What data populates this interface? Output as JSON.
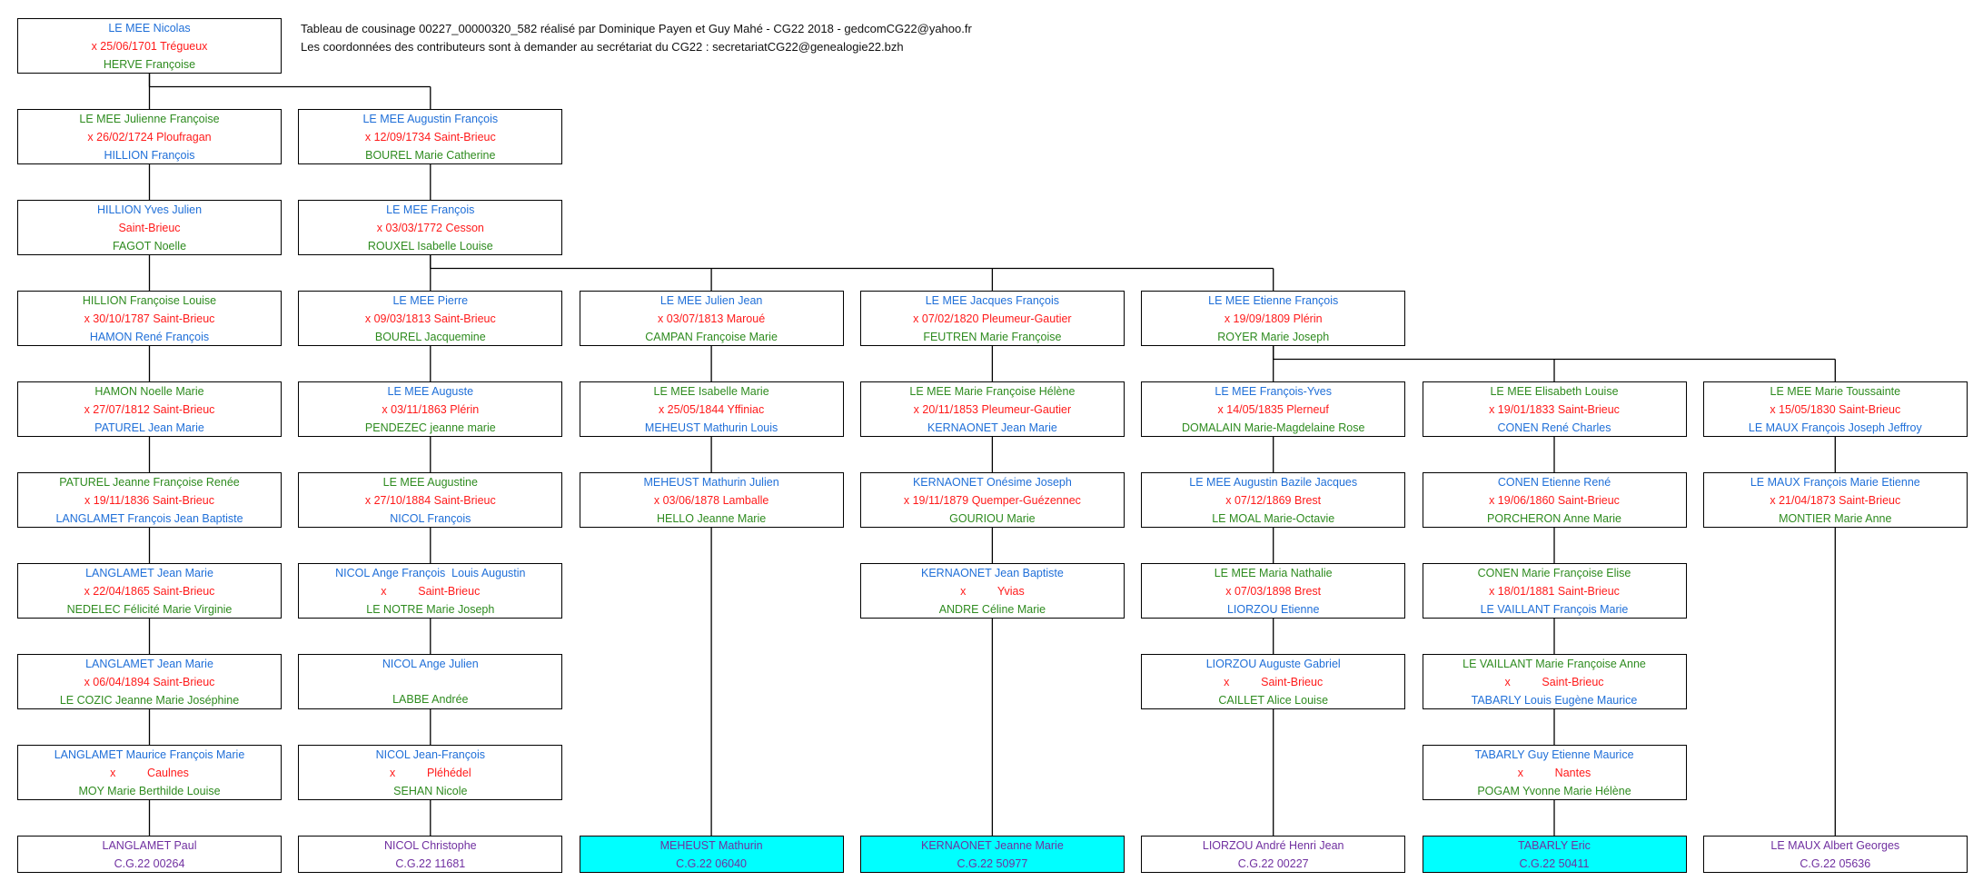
{
  "header": {
    "line1": "Tableau de cousinage 00227_00000320_582 réalisé par Dominique Payen et Guy Mahé - CG22 2018 - gedcomCG22@yahoo.fr",
    "line2": "Les coordonnées des contributeurs sont à demander au secrétariat du CG22 :  secretariatCG22@genealogie22.bzh"
  },
  "colors": {
    "male_text": "#1F6FD8",
    "female_text": "#2E8B1F",
    "marriage_text": "#FF1A1A",
    "contributor_text": "#7030A0",
    "highlight_fill": "#00FFFF",
    "border": "#000000"
  },
  "boxes": [
    {
      "id": "b0_0",
      "col": 0,
      "row": 0,
      "person": "LE MEE Nicolas",
      "person_color": "blue",
      "marriage": "x 25/06/1701 Trégueux",
      "spouse": "HERVE Françoise",
      "spouse_color": "green"
    },
    {
      "id": "b0_1",
      "col": 0,
      "row": 1,
      "person": "LE MEE Julienne Françoise",
      "person_color": "green",
      "marriage": "x 26/02/1724 Ploufragan",
      "spouse": "HILLION François",
      "spouse_color": "blue"
    },
    {
      "id": "b1_1",
      "col": 1,
      "row": 1,
      "person": "LE MEE Augustin François",
      "person_color": "blue",
      "marriage": "x 12/09/1734 Saint-Brieuc",
      "spouse": "BOUREL Marie Catherine",
      "spouse_color": "green"
    },
    {
      "id": "b0_2",
      "col": 0,
      "row": 2,
      "person": "HILLION Yves Julien",
      "person_color": "blue",
      "marriage": "Saint-Brieuc",
      "spouse": "FAGOT Noelle",
      "spouse_color": "green"
    },
    {
      "id": "b1_2",
      "col": 1,
      "row": 2,
      "person": "LE MEE François",
      "person_color": "blue",
      "marriage": "x 03/03/1772 Cesson",
      "spouse": "ROUXEL Isabelle Louise",
      "spouse_color": "green"
    },
    {
      "id": "b0_3",
      "col": 0,
      "row": 3,
      "person": "HILLION Françoise Louise",
      "person_color": "green",
      "marriage": "x 30/10/1787 Saint-Brieuc",
      "spouse": "HAMON René François",
      "spouse_color": "blue"
    },
    {
      "id": "b1_3",
      "col": 1,
      "row": 3,
      "person": "LE MEE Pierre",
      "person_color": "blue",
      "marriage": "x 09/03/1813 Saint-Brieuc",
      "spouse": "BOUREL Jacquemine",
      "spouse_color": "green"
    },
    {
      "id": "b2_3",
      "col": 2,
      "row": 3,
      "person": "LE MEE Julien Jean",
      "person_color": "blue",
      "marriage": "x 03/07/1813 Maroué",
      "spouse": "CAMPAN Françoise Marie",
      "spouse_color": "green"
    },
    {
      "id": "b3_3",
      "col": 3,
      "row": 3,
      "person": "LE MEE Jacques François",
      "person_color": "blue",
      "marriage": "x 07/02/1820 Pleumeur-Gautier",
      "spouse": "FEUTREN Marie Françoise",
      "spouse_color": "green"
    },
    {
      "id": "b4_3",
      "col": 4,
      "row": 3,
      "person": "LE MEE Etienne François",
      "person_color": "blue",
      "marriage": "x 19/09/1809 Plérin",
      "spouse": "ROYER Marie Joseph",
      "spouse_color": "green"
    },
    {
      "id": "b0_4",
      "col": 0,
      "row": 4,
      "person": "HAMON Noelle Marie",
      "person_color": "green",
      "marriage": "x 27/07/1812 Saint-Brieuc",
      "spouse": "PATUREL Jean Marie",
      "spouse_color": "blue"
    },
    {
      "id": "b1_4",
      "col": 1,
      "row": 4,
      "person": "LE MEE Auguste",
      "person_color": "blue",
      "marriage": "x 03/11/1863 Plérin",
      "spouse": "PENDEZEC jeanne marie",
      "spouse_color": "green"
    },
    {
      "id": "b2_4",
      "col": 2,
      "row": 4,
      "person": "LE MEE Isabelle Marie",
      "person_color": "green",
      "marriage": "x 25/05/1844 Yffiniac",
      "spouse": "MEHEUST Mathurin Louis",
      "spouse_color": "blue"
    },
    {
      "id": "b3_4",
      "col": 3,
      "row": 4,
      "person": "LE MEE Marie Françoise Hélène",
      "person_color": "green",
      "marriage": "x 20/11/1853 Pleumeur-Gautier",
      "spouse": "KERNAONET Jean Marie",
      "spouse_color": "blue"
    },
    {
      "id": "b4_4",
      "col": 4,
      "row": 4,
      "person": "LE MEE François-Yves",
      "person_color": "blue",
      "marriage": "x 14/05/1835 Plerneuf",
      "spouse": "DOMALAIN Marie-Magdelaine Rose",
      "spouse_color": "green"
    },
    {
      "id": "b5_4",
      "col": 5,
      "row": 4,
      "person": "LE MEE Elisabeth Louise",
      "person_color": "green",
      "marriage": "x 19/01/1833 Saint-Brieuc",
      "spouse": "CONEN René Charles",
      "spouse_color": "blue"
    },
    {
      "id": "b6_4",
      "col": 6,
      "row": 4,
      "person": "LE MEE Marie Toussainte",
      "person_color": "green",
      "marriage": "x 15/05/1830 Saint-Brieuc",
      "spouse": "LE MAUX François Joseph Jeffroy",
      "spouse_color": "blue"
    },
    {
      "id": "b0_5",
      "col": 0,
      "row": 5,
      "person": "PATUREL Jeanne Françoise Renée",
      "person_color": "green",
      "marriage": "x 19/11/1836 Saint-Brieuc",
      "spouse": "LANGLAMET François Jean Baptiste",
      "spouse_color": "blue"
    },
    {
      "id": "b1_5",
      "col": 1,
      "row": 5,
      "person": "LE MEE Augustine",
      "person_color": "green",
      "marriage": "x 27/10/1884 Saint-Brieuc",
      "spouse": "NICOL François",
      "spouse_color": "blue"
    },
    {
      "id": "b2_5",
      "col": 2,
      "row": 5,
      "person": "MEHEUST Mathurin Julien",
      "person_color": "blue",
      "marriage": "x 03/06/1878 Lamballe",
      "spouse": "HELLO Jeanne Marie",
      "spouse_color": "green"
    },
    {
      "id": "b3_5",
      "col": 3,
      "row": 5,
      "person": "KERNAONET Onésime Joseph",
      "person_color": "blue",
      "marriage": "x 19/11/1879 Quemper-Guézennec",
      "spouse": "GOURIOU Marie",
      "spouse_color": "green"
    },
    {
      "id": "b4_5",
      "col": 4,
      "row": 5,
      "person": "LE MEE Augustin Bazile Jacques",
      "person_color": "blue",
      "marriage": "x 07/12/1869 Brest",
      "spouse": "LE MOAL Marie-Octavie",
      "spouse_color": "green"
    },
    {
      "id": "b5_5",
      "col": 5,
      "row": 5,
      "person": "CONEN Etienne René",
      "person_color": "blue",
      "marriage": "x 19/06/1860 Saint-Brieuc",
      "spouse": "PORCHERON Anne Marie",
      "spouse_color": "green"
    },
    {
      "id": "b6_5",
      "col": 6,
      "row": 5,
      "person": "LE MAUX François Marie Etienne",
      "person_color": "blue",
      "marriage": "x 21/04/1873 Saint-Brieuc",
      "spouse": "MONTIER Marie Anne",
      "spouse_color": "green"
    },
    {
      "id": "b0_6",
      "col": 0,
      "row": 6,
      "person": "LANGLAMET Jean Marie",
      "person_color": "blue",
      "marriage": "x 22/04/1865 Saint-Brieuc",
      "spouse": "NEDELEC Félicité Marie Virginie",
      "spouse_color": "green"
    },
    {
      "id": "b1_6",
      "col": 1,
      "row": 6,
      "person": "NICOL Ange François  Louis Augustin",
      "person_color": "blue",
      "marriage": "x          Saint-Brieuc",
      "spouse": "LE NOTRE Marie Joseph",
      "spouse_color": "green"
    },
    {
      "id": "b3_6",
      "col": 3,
      "row": 6,
      "person": "KERNAONET Jean Baptiste",
      "person_color": "blue",
      "marriage": "x          Yvias",
      "spouse": "ANDRE Céline Marie",
      "spouse_color": "green"
    },
    {
      "id": "b4_6",
      "col": 4,
      "row": 6,
      "person": "LE MEE Maria Nathalie",
      "person_color": "green",
      "marriage": "x 07/03/1898 Brest",
      "spouse": "LIORZOU Etienne",
      "spouse_color": "blue"
    },
    {
      "id": "b5_6",
      "col": 5,
      "row": 6,
      "person": "CONEN Marie Françoise Elise",
      "person_color": "green",
      "marriage": "x 18/01/1881 Saint-Brieuc",
      "spouse": "LE VAILLANT François Marie",
      "spouse_color": "blue"
    },
    {
      "id": "b0_7",
      "col": 0,
      "row": 7,
      "person": "LANGLAMET Jean Marie",
      "person_color": "blue",
      "marriage": "x 06/04/1894 Saint-Brieuc",
      "spouse": "LE COZIC Jeanne Marie Joséphine",
      "spouse_color": "green"
    },
    {
      "id": "b1_7",
      "col": 1,
      "row": 7,
      "person": "NICOL Ange Julien",
      "person_color": "blue",
      "marriage": "",
      "spouse": "LABBE Andrée",
      "spouse_color": "green"
    },
    {
      "id": "b4_7",
      "col": 4,
      "row": 7,
      "person": "LIORZOU Auguste Gabriel",
      "person_color": "blue",
      "marriage": "x          Saint-Brieuc",
      "spouse": "CAILLET Alice Louise",
      "spouse_color": "green"
    },
    {
      "id": "b5_7",
      "col": 5,
      "row": 7,
      "person": "LE VAILLANT Marie Françoise Anne",
      "person_color": "green",
      "marriage": "x          Saint-Brieuc",
      "spouse": "TABARLY Louis Eugène Maurice",
      "spouse_color": "blue"
    },
    {
      "id": "b0_8",
      "col": 0,
      "row": 8,
      "person": "LANGLAMET Maurice François Marie",
      "person_color": "blue",
      "marriage": "x          Caulnes",
      "spouse": "MOY Marie Berthilde Louise",
      "spouse_color": "green"
    },
    {
      "id": "b1_8",
      "col": 1,
      "row": 8,
      "person": "NICOL Jean-François",
      "person_color": "blue",
      "marriage": "x          Pléhédel",
      "spouse": "SEHAN Nicole",
      "spouse_color": "green"
    },
    {
      "id": "b5_8",
      "col": 5,
      "row": 8,
      "person": "TABARLY Guy Etienne Maurice",
      "person_color": "blue",
      "marriage": "x          Nantes",
      "spouse": "POGAM Yvonne Marie Hélène",
      "spouse_color": "green"
    }
  ],
  "contributors": [
    {
      "col": 0,
      "name": "LANGLAMET Paul",
      "code": "C.G.22 00264",
      "highlight": false
    },
    {
      "col": 1,
      "name": "NICOL Christophe",
      "code": "C.G.22 11681",
      "highlight": false
    },
    {
      "col": 2,
      "name": "MEHEUST Mathurin",
      "code": "C.G.22 06040",
      "highlight": true
    },
    {
      "col": 3,
      "name": "KERNAONET Jeanne Marie",
      "code": "C.G.22 50977",
      "highlight": true
    },
    {
      "col": 4,
      "name": "LIORZOU André Henri Jean",
      "code": "C.G.22 00227",
      "highlight": false
    },
    {
      "col": 5,
      "name": "TABARLY Eric",
      "code": "C.G.22 50411",
      "highlight": true
    },
    {
      "col": 6,
      "name": "LE MAUX Albert Georges",
      "code": "C.G.22 05636",
      "highlight": false
    }
  ]
}
